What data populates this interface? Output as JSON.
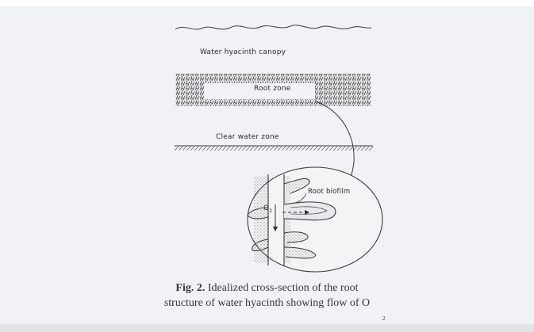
{
  "diagram": {
    "labels": {
      "canopy": "Water hyacinth canopy",
      "root_zone": "Root zone",
      "clear_water": "Clear water zone",
      "root_biofilm": "Root biofilm",
      "o2": "O",
      "o2_sub": "2"
    }
  },
  "caption": {
    "fig_label": "Fig. 2.",
    "line1": "Idealized cross-section of the root",
    "line2": "structure of water hyacinth showing flow of O",
    "line2_sub": "2"
  },
  "colors": {
    "ink": "#2c2c2c",
    "background": "#f1f2f5"
  }
}
